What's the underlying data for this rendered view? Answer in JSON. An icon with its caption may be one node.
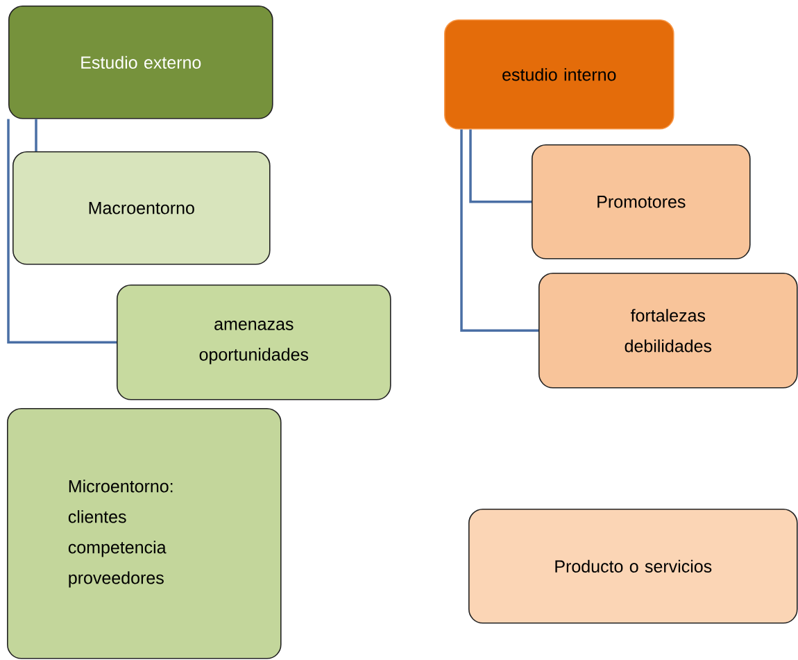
{
  "diagram": {
    "nodes": [
      {
        "text": [
          "Estudio externo"
        ]
      },
      {
        "text": [
          "Macroentorno"
        ]
      },
      {
        "text": [
          "amenazas oportunidades"
        ]
      },
      {
        "text": [
          "Microentorno: clientes competencia proveedores"
        ]
      },
      {
        "text": [
          "estudio interno"
        ]
      },
      {
        "text": [
          "Promotores"
        ]
      },
      {
        "text": [
          "fortalezas debilidades"
        ]
      },
      {
        "text": [
          "Producto o servicios"
        ]
      }
    ],
    "edges": [
      {
        "from": 0,
        "to": 1,
        "arrow": "none"
      },
      {
        "from": 0,
        "to": 2,
        "arrow": "none"
      },
      {
        "from": 4,
        "to": 5,
        "arrow": "none"
      },
      {
        "from": 4,
        "to": 6,
        "arrow": "none"
      }
    ]
  }
}
